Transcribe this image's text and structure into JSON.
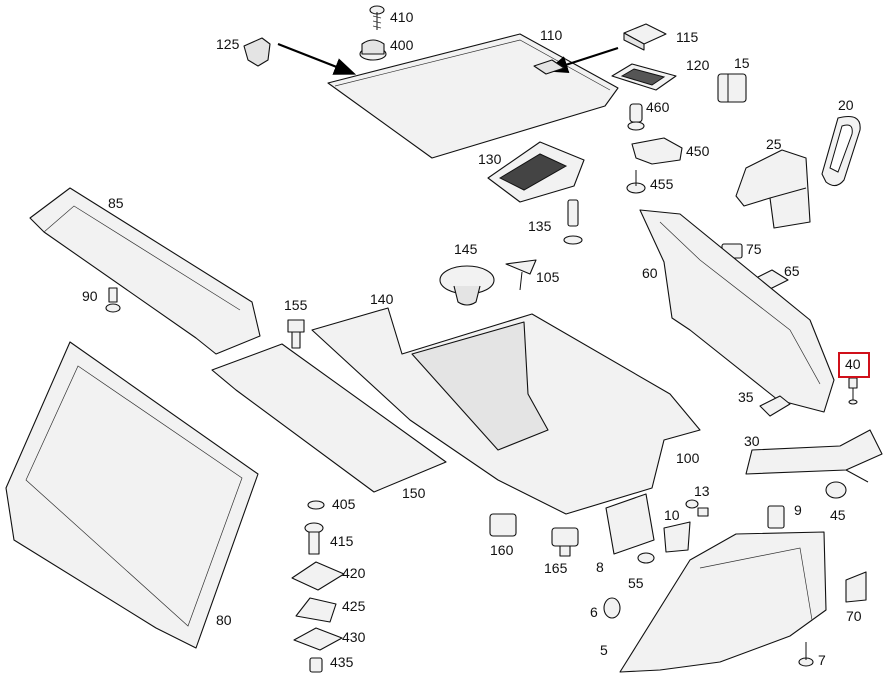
{
  "accent_color": "#d0101a",
  "highlighted_part": "40",
  "labels": {
    "p410": "410",
    "p400": "400",
    "p125": "125",
    "p110": "110",
    "p115": "115",
    "p120": "120",
    "p15": "15",
    "p460": "460",
    "p20": "20",
    "p450": "450",
    "p25": "25",
    "p130": "130",
    "p455": "455",
    "p85": "85",
    "p135": "135",
    "p145": "145",
    "p105": "105",
    "p75": "75",
    "p60": "60",
    "p65": "65",
    "p90": "90",
    "p155": "155",
    "p140": "140",
    "p40": "40",
    "p35": "35",
    "p30": "30",
    "p100": "100",
    "p150": "150",
    "p405": "405",
    "p13": "13",
    "p9": "9",
    "p45": "45",
    "p415": "415",
    "p10": "10",
    "p160": "160",
    "p165": "165",
    "p8": "8",
    "p420": "420",
    "p55": "55",
    "p425": "425",
    "p6": "6",
    "p70": "70",
    "p80": "80",
    "p430": "430",
    "p5": "5",
    "p435": "435",
    "p7": "7"
  }
}
